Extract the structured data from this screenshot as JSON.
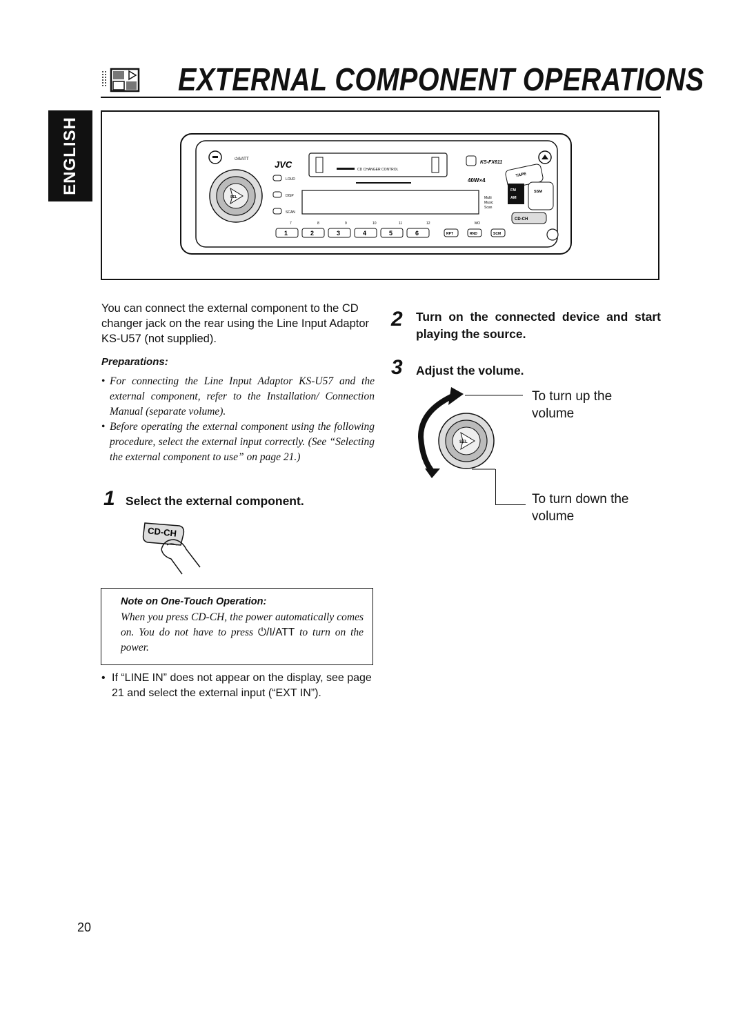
{
  "page": {
    "title": "EXTERNAL COMPONENT OPERATIONS",
    "language_tab": "ENGLISH",
    "page_number": "20"
  },
  "radio": {
    "brand": "JVC",
    "model": "KS-FX611",
    "display_label": "CD CHANGER CONTROL",
    "power_label": "40W×4",
    "power_button_label": "⏻/I/ATT",
    "left_buttons": [
      "LOUD",
      "DISP",
      "SCAN"
    ],
    "knob_label": "SEL",
    "mode_labels": [
      "Multi",
      "Music",
      "Scan"
    ],
    "top_numbers": [
      "7",
      "8",
      "9",
      "10",
      "11",
      "12",
      "MO"
    ],
    "preset_buttons": [
      "1",
      "2",
      "3",
      "4",
      "5",
      "6"
    ],
    "function_buttons": [
      "RPT",
      "RND",
      "SCM"
    ],
    "right_buttons": [
      "TAPE",
      "FM",
      "AM",
      "SSM",
      "CD-CH"
    ]
  },
  "intro": "You can connect the external component to the CD changer jack on the rear using the Line Input Adaptor KS-U57 (not supplied).",
  "preparations": {
    "heading": "Preparations:",
    "items": [
      "For connecting the Line Input Adaptor KS-U57 and the external component, refer to the Installation/ Connection Manual (separate volume).",
      "Before operating the external component using the following procedure, select the external input correctly. (See “Selecting the external component to use” on page 21.)"
    ]
  },
  "steps": [
    {
      "num": "1",
      "text": "Select the external component."
    },
    {
      "num": "2",
      "text": "Turn on the connected device and start playing the source."
    },
    {
      "num": "3",
      "text": "Adjust the volume."
    }
  ],
  "cdch_button_label": "CD-CH",
  "note": {
    "heading": "Note on One-Touch Operation:",
    "body_before": "When you press CD-CH, the power automatically comes on. You do not have to press",
    "body_symbol": "⏻/I/ATT",
    "body_after": "to turn on the power."
  },
  "bullet": "If “LINE IN” does not appear on the display, see page 21 and select the external input (“EXT IN”).",
  "volume": {
    "up_label": "To turn up the volume",
    "down_label": "To turn down the volume",
    "knob_label": "SEL"
  }
}
